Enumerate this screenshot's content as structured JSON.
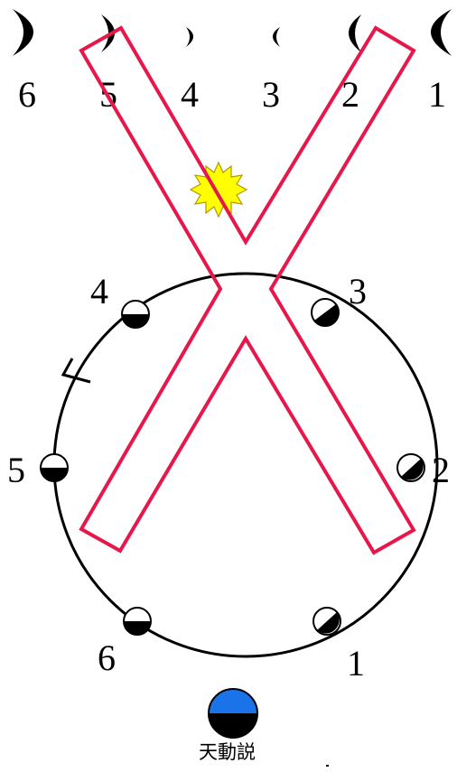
{
  "top_row_labels": [
    "6",
    "5",
    "4",
    "3",
    "2",
    "1"
  ],
  "orbit_labels": {
    "p1": "1",
    "p2": "2",
    "p3": "3",
    "p4": "4",
    "p5": "5",
    "p6": "6"
  },
  "caption": "天動説",
  "colors": {
    "x_outline": "#e8174a",
    "sun_fill": "#ffff00",
    "sun_stroke": "#b39800",
    "earth_top": "#1a73e8",
    "earth_bottom": "#000000",
    "line": "#000000"
  }
}
